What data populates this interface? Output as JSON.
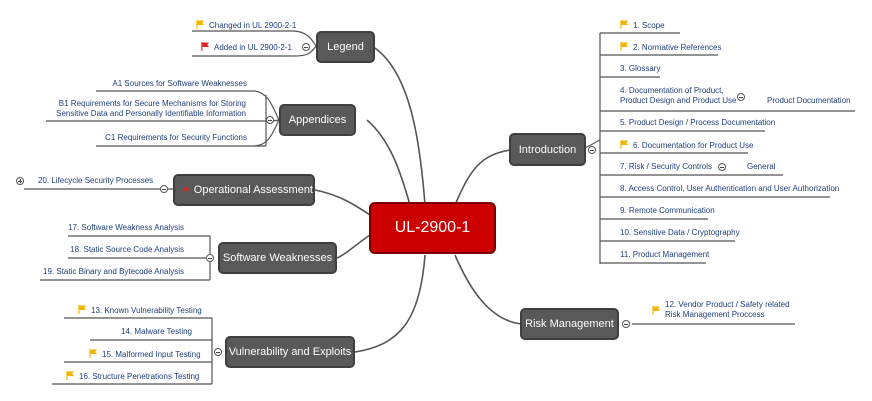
{
  "center": "UL-2900-1",
  "legend": {
    "title": "Legend",
    "items": [
      {
        "label": "Changed in UL 2900-2-1",
        "flag": "yellow"
      },
      {
        "label": "Added in UL 2900-2-1",
        "flag": "red"
      }
    ]
  },
  "appendices": {
    "title": "Appendices",
    "items": [
      "A1 Sources for Software Weaknesses",
      "B1 Requirements for Secure Mechanisms for Storing\nSensitive Data and Personally Identifiable Information",
      "C1 Requirements for Security Functions"
    ]
  },
  "operational": {
    "title": "Operational Assessment",
    "items": [
      "20. Lifecycle Security Processes"
    ]
  },
  "software_weaknesses": {
    "title": "Software Weaknesses",
    "items": [
      "17. Software Weakness Analysis",
      "18. Static Source Code Analysis",
      "19. Static Binary and Bytecode Analysis"
    ]
  },
  "vulnerability": {
    "title": "Vulnerability and Exploits",
    "items": [
      "13. Known Vulnerability Testing",
      "14. Malware Testing",
      "15. Malformed Input Testing",
      "16. Structure Penetrations Testing"
    ]
  },
  "introduction": {
    "title": "Introduction",
    "items": [
      "1. Scope",
      "2. Normative References",
      "3. Glossary",
      "4. Documentation of Product,\nProduct Design and Product Use",
      "5. Product Design / Process Documentation",
      "6. Documentation for Product Use",
      "7. Risk / Security Controls",
      "8. Access Control, User Authentication and User Authorization",
      "9. Remote Communication",
      "10. Sensitive Data / Cryptography",
      "11. Product Management"
    ],
    "sub_product_documentation": "Product Documentation",
    "sub_general": "General"
  },
  "risk": {
    "title": "Risk Management",
    "items": [
      "12. Vendor Product / Safety related\nRisk Management Proccess"
    ]
  },
  "colors": {
    "center": "#cc0000",
    "topic": "#595959",
    "link": "#555555",
    "leaf_text": "#1f3f7a",
    "flag_yellow": "#f2b700",
    "flag_red": "#e02020"
  },
  "icons": [
    "flag-icon",
    "collapse-icon",
    "expand-icon"
  ]
}
